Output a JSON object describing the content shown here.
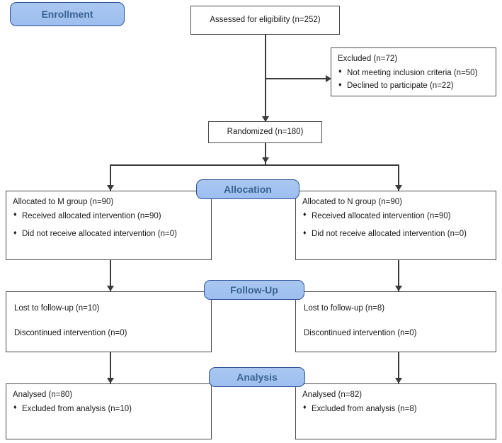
{
  "diagram": {
    "type": "consort-flow-diagram",
    "title": "CONSORT participant flow diagram"
  },
  "stages": [
    {
      "id": "enrollment",
      "label": "Enrollment"
    },
    {
      "id": "allocation",
      "label": "Allocation"
    },
    {
      "id": "follow_up",
      "label": "Follow-Up"
    },
    {
      "id": "analysis",
      "label": "Analysis"
    }
  ],
  "nodes": {
    "assessed": {
      "title": "Assessed for eligibility (n=252)",
      "n": 252
    },
    "excluded": {
      "title": "Excluded  (n=72)",
      "n": 72,
      "items": [
        "Not meeting inclusion criteria (n=50)",
        "Declined to participate (n=22)"
      ]
    },
    "randomized": {
      "title": "Randomized (n=180)",
      "n": 180
    },
    "alloc_left": {
      "title": "Allocated to M group (n=90)",
      "n": 90,
      "items": [
        "Received allocated intervention (n=90)",
        "Did not receive allocated intervention  (n=0)"
      ]
    },
    "alloc_right": {
      "title": "Allocated to N group (n=90)",
      "n": 90,
      "items": [
        "Received allocated intervention (n=90)",
        "Did not receive allocated intervention (n=0)"
      ]
    },
    "follow_left": {
      "items": [
        "Lost to follow-up  (n=10)",
        "Discontinued intervention  (n=0)"
      ]
    },
    "follow_right": {
      "items": [
        "Lost to follow-up  (n=8)",
        "Discontinued intervention (n=0)"
      ]
    },
    "analysis_left": {
      "title": "Analysed  (n=80)",
      "n": 80,
      "items": [
        "Excluded from analysis (n=10)"
      ]
    },
    "analysis_right": {
      "title": "Analysed  (n=82)",
      "n": 82,
      "items": [
        "Excluded from analysis (n=8)"
      ]
    }
  },
  "colors": {
    "pill_fill": "#a9c7f0",
    "pill_border": "#2f5596",
    "pill_text": "#36618f",
    "box_border": "#4b4b4b",
    "connector": "#3a3a3a",
    "background": "#ffffff"
  }
}
